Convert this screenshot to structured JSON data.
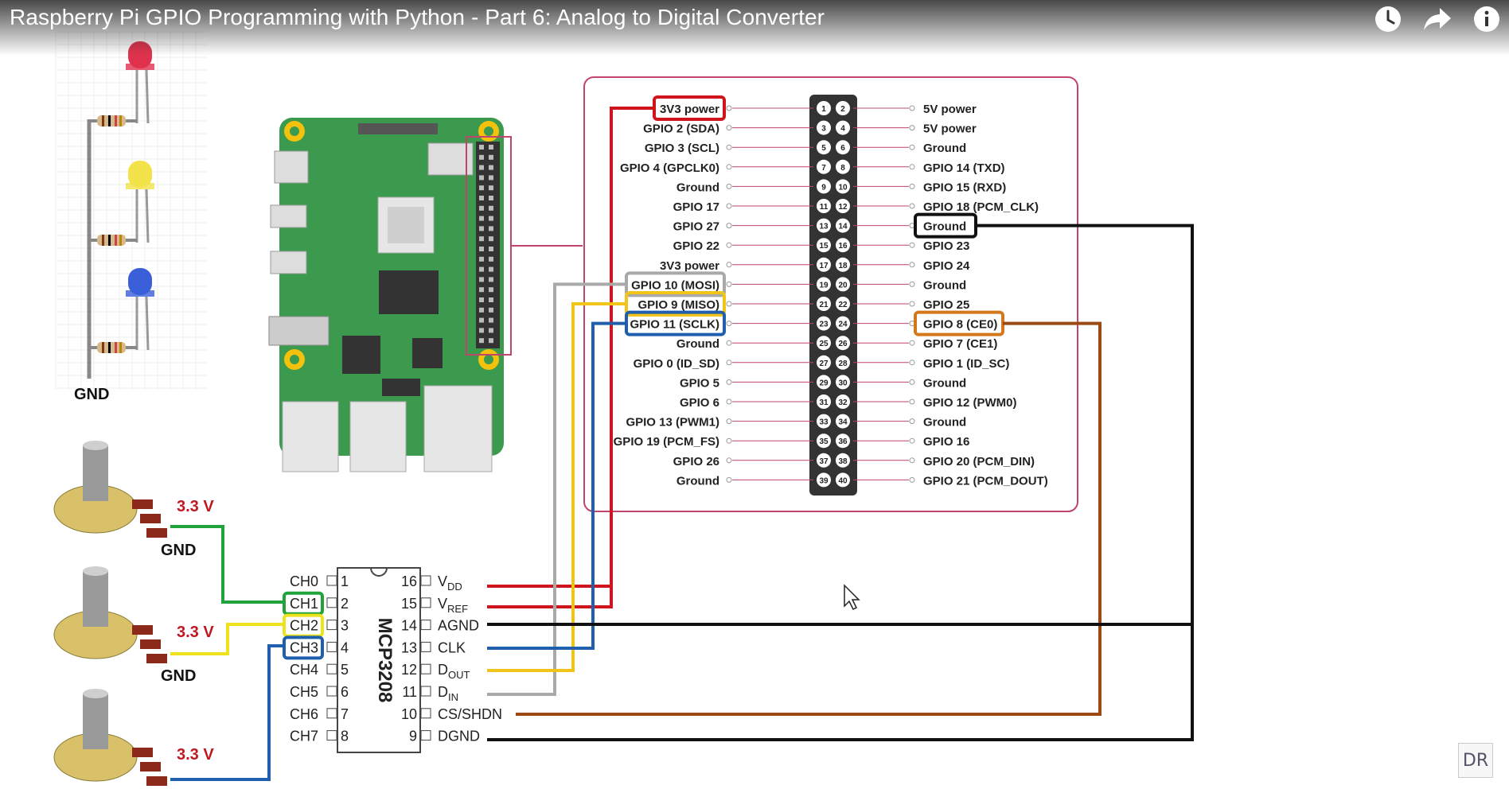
{
  "video": {
    "title": "Raspberry Pi GPIO Programming with Python - Part 6: Analog to Digital Converter"
  },
  "actions": [
    {
      "name": "watch-later-button",
      "icon": "clock-icon"
    },
    {
      "name": "share-button",
      "icon": "share-arrow-icon"
    },
    {
      "name": "info-button",
      "icon": "info-icon"
    }
  ],
  "leds": {
    "gnd_label": "GND",
    "colors": [
      "#e0324d",
      "#f4e24a",
      "#3b5fd8"
    ]
  },
  "pots": [
    {
      "vlabel": "3.3 V",
      "gnd": "GND"
    },
    {
      "vlabel": "3.3 V",
      "gnd": "GND"
    },
    {
      "vlabel": "3.3 V",
      "gnd": ""
    }
  ],
  "header": {
    "left": [
      "3V3 power",
      "GPIO 2 (SDA)",
      "GPIO 3 (SCL)",
      "GPIO 4 (GPCLK0)",
      "Ground",
      "GPIO 17",
      "GPIO 27",
      "GPIO 22",
      "3V3 power",
      "GPIO 10 (MOSI)",
      "GPIO 9 (MISO)",
      "GPIO 11 (SCLK)",
      "Ground",
      "GPIO 0 (ID_SD)",
      "GPIO 5",
      "GPIO 6",
      "GPIO 13 (PWM1)",
      "GPIO 19 (PCM_FS)",
      "GPIO 26",
      "Ground"
    ],
    "right": [
      "5V power",
      "5V power",
      "Ground",
      "GPIO 14 (TXD)",
      "GPIO 15 (RXD)",
      "GPIO 18 (PCM_CLK)",
      "Ground",
      "GPIO 23",
      "GPIO 24",
      "Ground",
      "GPIO 25",
      "GPIO 8 (CE0)",
      "GPIO 7 (CE1)",
      "GPIO 1 (ID_SC)",
      "Ground",
      "GPIO 12 (PWM0)",
      "Ground",
      "GPIO 16",
      "GPIO 20 (PCM_DIN)",
      "GPIO 21 (PCM_DOUT)"
    ],
    "pins_left": [
      "1",
      "3",
      "5",
      "7",
      "9",
      "11",
      "13",
      "15",
      "17",
      "19",
      "21",
      "23",
      "25",
      "27",
      "29",
      "31",
      "33",
      "35",
      "37",
      "39"
    ],
    "pins_right": [
      "2",
      "4",
      "6",
      "8",
      "10",
      "12",
      "14",
      "16",
      "18",
      "20",
      "22",
      "24",
      "26",
      "28",
      "30",
      "32",
      "34",
      "36",
      "38",
      "40"
    ]
  },
  "chip": {
    "name": "MCP3208",
    "left_labels": [
      "CH0",
      "CH1",
      "CH2",
      "CH3",
      "CH4",
      "CH5",
      "CH6",
      "CH7"
    ],
    "left_nums": [
      "1",
      "2",
      "3",
      "4",
      "5",
      "6",
      "7",
      "8"
    ],
    "right_nums": [
      "16",
      "15",
      "14",
      "13",
      "12",
      "11",
      "10",
      "9"
    ],
    "right_labels": [
      {
        "main": "V",
        "sub": "DD"
      },
      {
        "main": "V",
        "sub": "REF"
      },
      {
        "main": "AGND",
        "sub": ""
      },
      {
        "main": "CLK",
        "sub": ""
      },
      {
        "main": "D",
        "sub": "OUT"
      },
      {
        "main": "D",
        "sub": "IN"
      },
      {
        "main": "CS/SHDN",
        "sub": ""
      },
      {
        "main": "DGND",
        "sub": ""
      }
    ]
  },
  "colors": {
    "power": "#d0141c",
    "mosi": "#a9a9a9",
    "miso": "#f0c419",
    "sclk": "#1f5fae",
    "ce0": "#9a4a12",
    "ground": "#111111",
    "green": "#1fa33a",
    "yellow": "#eee21c",
    "pcb": "#3b9a4d",
    "frame": "#c0446b"
  },
  "watermark": "DR"
}
